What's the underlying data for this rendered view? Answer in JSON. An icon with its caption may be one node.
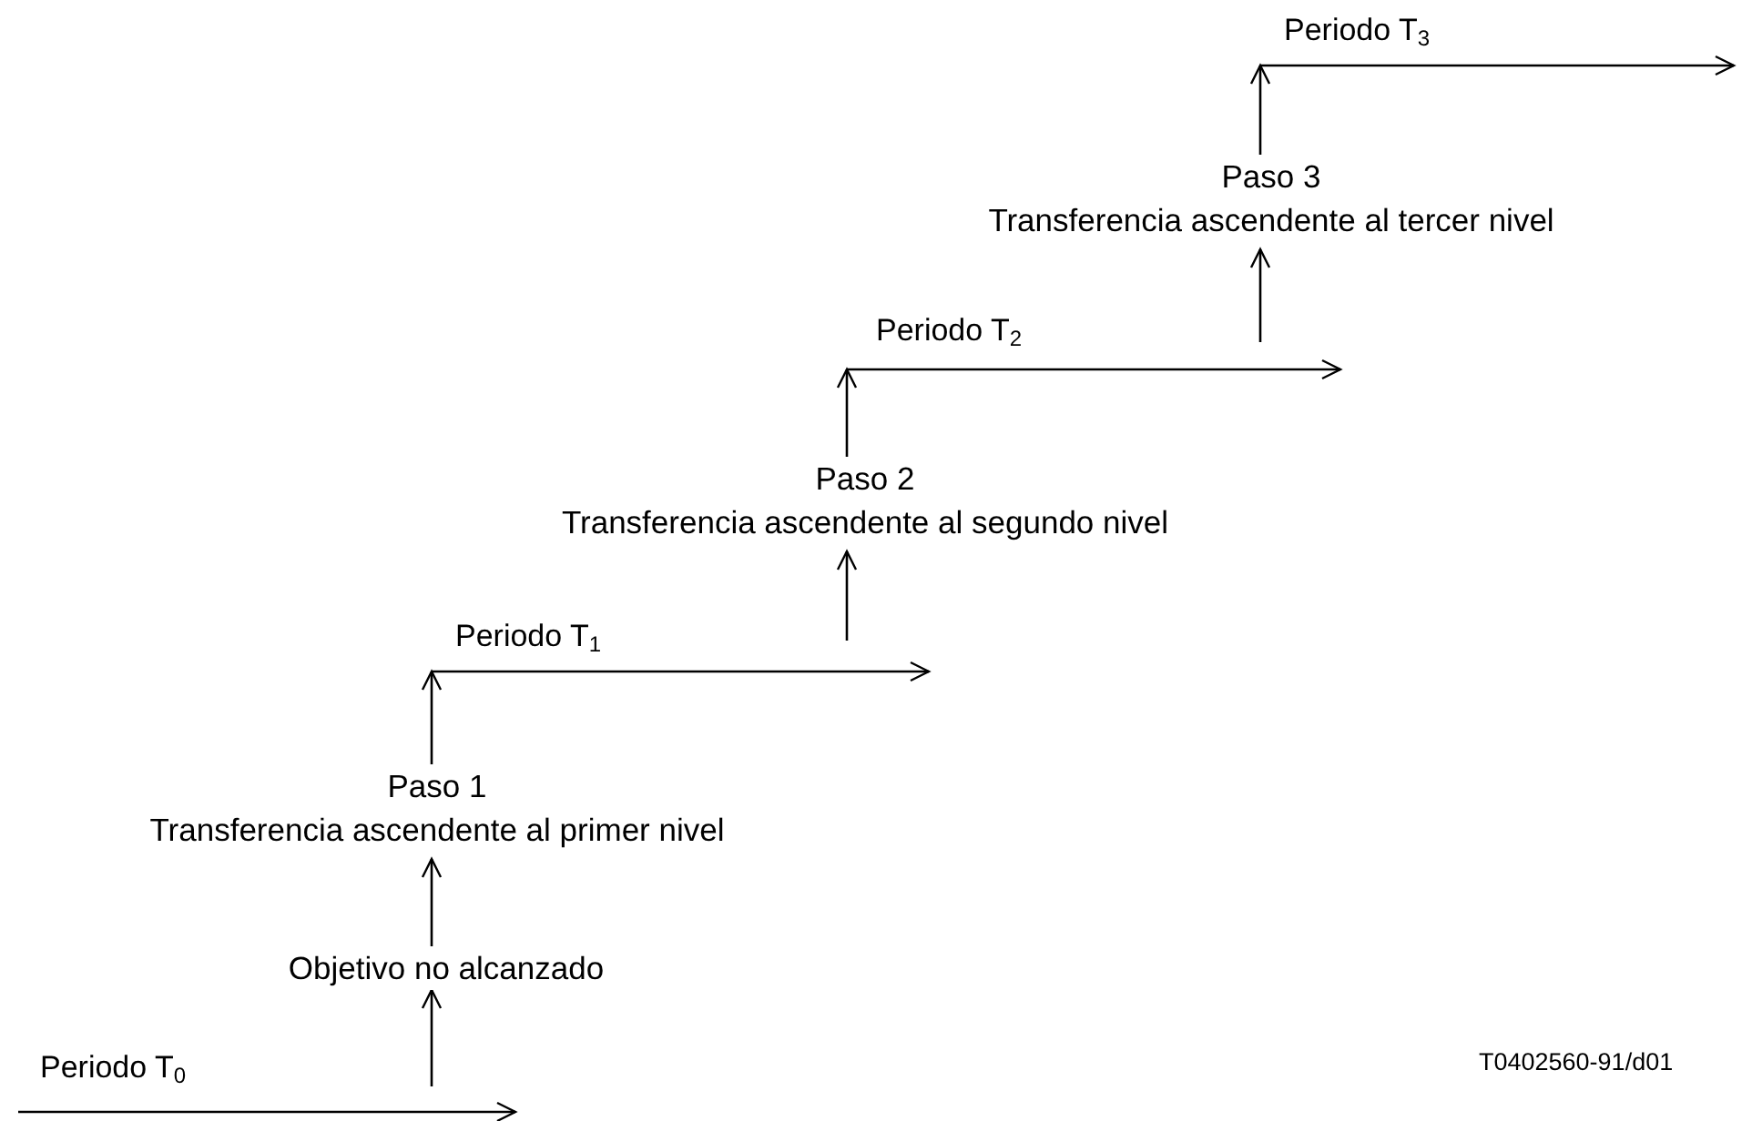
{
  "diagram": {
    "nodes": [
      {
        "text": [
          "Periodo T$_{0}$"
        ]
      },
      {
        "text": [
          "Objetivo no alcanzado"
        ]
      },
      {
        "text": [
          "Paso 1",
          "Transferencia ascendente al primer nivel"
        ]
      },
      {
        "text": [
          "Periodo T$_{1}$"
        ]
      },
      {
        "text": [
          "Paso 2",
          "Transferencia ascendente al segundo nivel"
        ]
      },
      {
        "text": [
          "Periodo T$_{2}$"
        ]
      },
      {
        "text": [
          "Paso 3",
          "Transferencia ascendente al tercer nivel"
        ]
      },
      {
        "text": [
          "Periodo T$_{3}$"
        ]
      }
    ],
    "edges": [
      {
        "from": 0,
        "to": null,
        "arrow": "to"
      },
      {
        "from": null,
        "to": 1,
        "arrow": "to"
      },
      {
        "from": 1,
        "to": 2,
        "arrow": "to"
      },
      {
        "from": 2,
        "to": 3,
        "arrow": "to"
      },
      {
        "from": 3,
        "to": null,
        "arrow": "to"
      },
      {
        "from": null,
        "to": 4,
        "arrow": "to"
      },
      {
        "from": 4,
        "to": 5,
        "arrow": "to"
      },
      {
        "from": 5,
        "to": null,
        "arrow": "to"
      },
      {
        "from": null,
        "to": 6,
        "arrow": "to"
      },
      {
        "from": 6,
        "to": 7,
        "arrow": "to"
      },
      {
        "from": 7,
        "to": null,
        "arrow": "to"
      }
    ],
    "labels": [
      "T0402560-91/d01"
    ]
  }
}
